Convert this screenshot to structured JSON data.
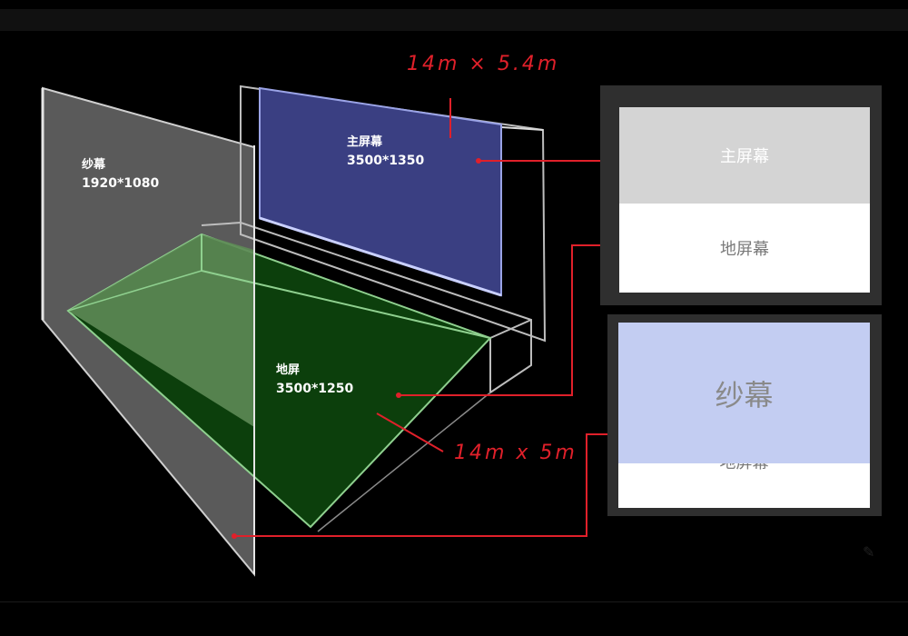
{
  "left_screen": {
    "name": "纱幕",
    "size": "1920*1080"
  },
  "main_screen": {
    "name": "主屏幕",
    "size": "3500*1350"
  },
  "floor_screen": {
    "name": "地屏",
    "size": "3500*1250"
  },
  "annotations": {
    "main_dim": "14m × 5.4m",
    "floor_dim": "14m x 5m"
  },
  "panel_a": {
    "top_label": "主屏幕",
    "bottom_label": "地屏幕"
  },
  "panel_b": {
    "overlay_label": "纱幕",
    "bottom_label": "地屏幕"
  },
  "colors": {
    "background": "#000000",
    "gauze": "#5a5a5a",
    "main_screen_fill": "#3a3f82",
    "floor_fill": "#0c3f0c",
    "floor_edge": "#8fd08f",
    "leader_line": "#e0202a",
    "panel_frame": "#2f2f2f",
    "panel_top_band": "#d4d4d4",
    "panel_overlay": "#c3cdf2"
  }
}
